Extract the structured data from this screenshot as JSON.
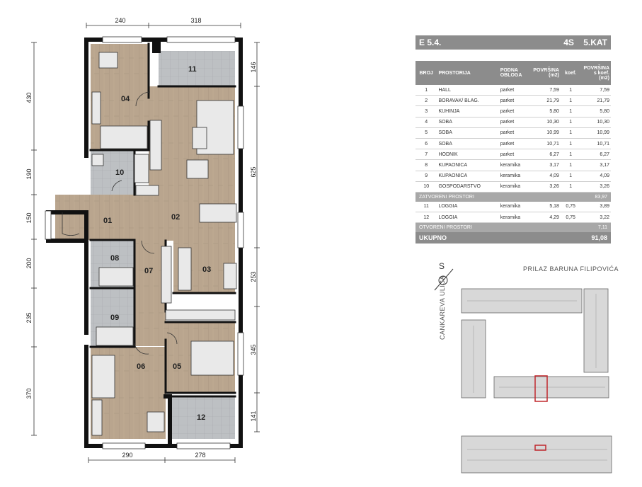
{
  "plan": {
    "dims_top": [
      "240",
      "318"
    ],
    "dims_bottom": [
      "290",
      "278"
    ],
    "dims_left": [
      "430",
      "190",
      "150",
      "200",
      "235",
      "370"
    ],
    "dims_right": [
      "146",
      "625",
      "253",
      "345",
      "141"
    ],
    "rooms": [
      {
        "no": "01"
      },
      {
        "no": "02"
      },
      {
        "no": "03"
      },
      {
        "no": "04"
      },
      {
        "no": "05"
      },
      {
        "no": "06"
      },
      {
        "no": "07"
      },
      {
        "no": "08"
      },
      {
        "no": "09"
      },
      {
        "no": "10"
      },
      {
        "no": "11"
      },
      {
        "no": "12"
      }
    ]
  },
  "sheet": {
    "unit": "E 5.4.",
    "type": "4S",
    "floor": "5.KAT",
    "columns": {
      "no": "BROJ",
      "room": "PROSTORIJA",
      "flooring": "PODNA OBLOGA",
      "area": "POVRŠINA (m2)",
      "coef": "koef.",
      "total": "POVRŠINA s koef. (m2)"
    },
    "closed_rows": [
      {
        "no": "1",
        "name": "HALL",
        "floor": "parket",
        "area": "7,59",
        "coef": "1",
        "total": "7,59"
      },
      {
        "no": "2",
        "name": "BORAVAK/ BLAG.",
        "floor": "parket",
        "area": "21,79",
        "coef": "1",
        "total": "21,79"
      },
      {
        "no": "3",
        "name": "KUHINJA",
        "floor": "parket",
        "area": "5,80",
        "coef": "1",
        "total": "5,80"
      },
      {
        "no": "4",
        "name": "SOBA",
        "floor": "parket",
        "area": "10,30",
        "coef": "1",
        "total": "10,30"
      },
      {
        "no": "5",
        "name": "SOBA",
        "floor": "parket",
        "area": "10,99",
        "coef": "1",
        "total": "10,99"
      },
      {
        "no": "6",
        "name": "SOBA",
        "floor": "parket",
        "area": "10,71",
        "coef": "1",
        "total": "10,71"
      },
      {
        "no": "7",
        "name": "HODNIK",
        "floor": "parket",
        "area": "6,27",
        "coef": "1",
        "total": "6,27"
      },
      {
        "no": "8",
        "name": "KUPAONICA",
        "floor": "keramika",
        "area": "3,17",
        "coef": "1",
        "total": "3,17"
      },
      {
        "no": "9",
        "name": "KUPAONICA",
        "floor": "keramika",
        "area": "4,09",
        "coef": "1",
        "total": "4,09"
      },
      {
        "no": "10",
        "name": "GOSPODARSTVO",
        "floor": "keramika",
        "area": "3,26",
        "coef": "1",
        "total": "3,26"
      }
    ],
    "closed_label": "ZATVORENI PROSTORI",
    "closed_total": "83,97",
    "open_rows": [
      {
        "no": "11",
        "name": "LOGGIA",
        "floor": "keramika",
        "area": "5,18",
        "coef": "0,75",
        "total": "3,89"
      },
      {
        "no": "12",
        "name": "LOGGIA",
        "floor": "keramika",
        "area": "4,29",
        "coef": "0,75",
        "total": "3,22"
      }
    ],
    "open_label": "OTVORENI PROSTORI",
    "open_total": "7,11",
    "grand_label": "UKUPNO",
    "grand_total": "91,08"
  },
  "site": {
    "street_top": "PRILAZ BARUNA FILIPOVIĆA",
    "street_left": "CANKAREVA ULICA",
    "north_letter": "S",
    "highlight_color": "#c0282d"
  },
  "colors": {
    "wood": "#b7a38c",
    "tile": "#b9bcbf",
    "wall": "#111111",
    "header": "#8c8c8c"
  }
}
